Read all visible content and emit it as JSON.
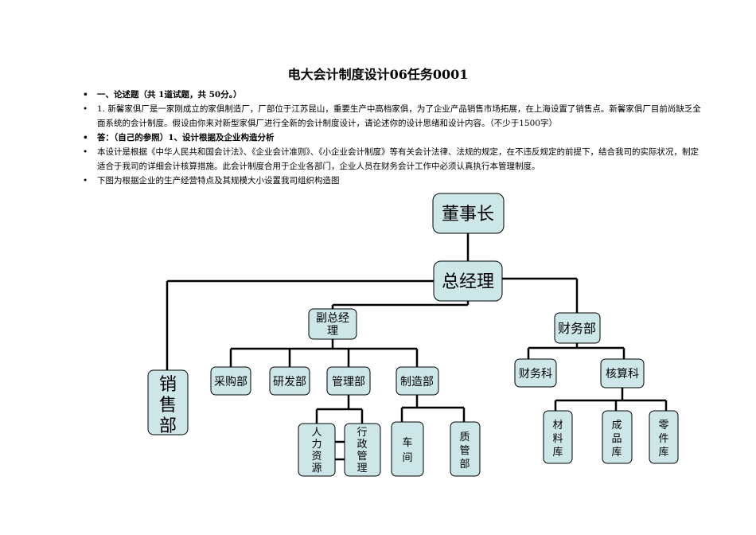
{
  "doc": {
    "title": "电大会计制度设计06任务0001",
    "bullets": [
      {
        "bold": true,
        "text": "一、论述题（共 1道试题，共 50分。）"
      },
      {
        "bold": false,
        "text": "1. 新馨家俱厂是一家刚成立的家俱制造厂，厂部位于江苏昆山，重要生产中高档家俱，为了企业产品销售市场拓展，在上海设置了销售点。新馨家俱厂目前尚缺乏全面系统的会计制度。假设由你来对新型家俱厂进行全新的会计制度设计，请论述你的设计思绪和设计内容。（不少于1500字）"
      },
      {
        "bold": true,
        "text": "答：（自己的参照）1、设计根据及企业构造分析"
      },
      {
        "bold": false,
        "text": "本设计是根据《中华人民共和国会计法》、《企业会计准则》、《小企业会计制度》等有关会计法律、法规的规定，在不违反规定的前提下，结合我司的实际状况，制定适合于我司的详细会计核算措施。此会计制度合用于企业各部门，企业人员在财务会计工作中必须认真执行本管理制度。"
      },
      {
        "bold": false,
        "text": "下图为根据企业的生产经营特点及其规模大小设置我司组织构造图"
      }
    ]
  },
  "org": {
    "board": "董事长",
    "gm": "总经理",
    "sales": "销售部",
    "vgm": "副总经理",
    "finance_dept": "财务部",
    "purchasing": "采购部",
    "rnd": "研发部",
    "admin_dept": "管理部",
    "manufacturing": "制造部",
    "finance_section": "财务科",
    "accounting_section": "核算科",
    "hr": "人力资源",
    "administration": "行政管理",
    "workshop": "车间",
    "qc": "质管部",
    "materials_store": "材料库",
    "finished_store": "成品库",
    "parts_store": "零件库"
  }
}
